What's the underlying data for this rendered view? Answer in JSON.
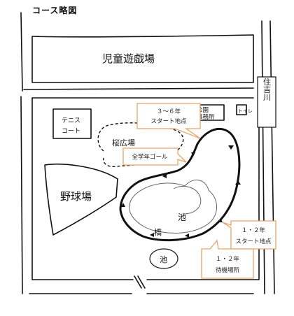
{
  "title": "コース略図",
  "labels": {
    "playground": "児童遊戯場",
    "tennis_line1": "テニス",
    "tennis_line2": "コート",
    "baseball": "野球場",
    "plaza": "桜広場",
    "office_line1": "公園",
    "office_line2": "事務所",
    "toilet": "トイレ",
    "pond_main": "池",
    "bridge": "橋",
    "pond_small": "池",
    "sumiyoshi": "住吉川"
  },
  "callouts": {
    "start_3_6_line1": "３～６年",
    "start_3_6_line2": "スタート地点",
    "goal_all": "全学年ゴール",
    "start_1_2_line1": "１・２年",
    "start_1_2_line2": "スタート地点",
    "wait_1_2_line1": "１・２年",
    "wait_1_2_line2": "待機場所"
  },
  "colors": {
    "callout_border": "#e8a468",
    "ink": "#111111"
  }
}
